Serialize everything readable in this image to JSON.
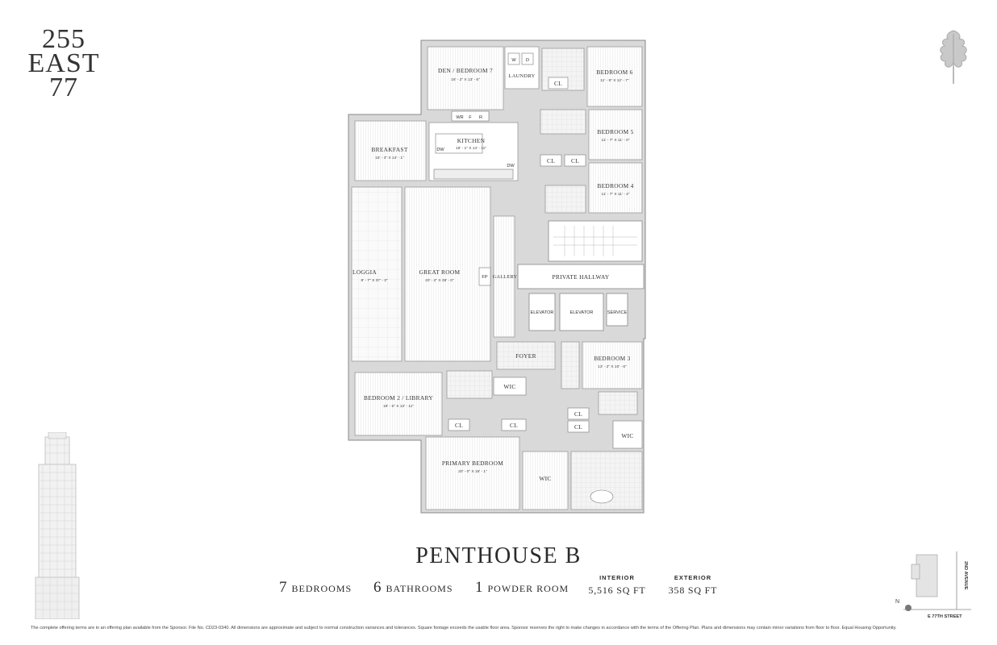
{
  "brand": {
    "line1": "255",
    "line2": "EAST",
    "line3": "77"
  },
  "unit": {
    "name": "PENTHOUSE B"
  },
  "stats": {
    "bedrooms_num": "7",
    "bedrooms_label": "BEDROOMS",
    "bathrooms_num": "6",
    "bathrooms_label": "BATHROOMS",
    "powder_num": "1",
    "powder_label": "POWDER ROOM",
    "interior_caption": "INTERIOR",
    "interior_value": "5,516 SQ FT",
    "exterior_caption": "EXTERIOR",
    "exterior_value": "358 SQ FT"
  },
  "rooms": {
    "den_name": "DEN / BEDROOM 7",
    "den_dim": "16' - 2\" X 13' - 6\"",
    "laundry": "LAUNDRY",
    "washer": "W",
    "dryer": "D",
    "bed6_name": "BEDROOM 6",
    "bed6_dim": "11' - 9\" X 12' - 7\"",
    "bed5_name": "BEDROOM 5",
    "bed5_dim": "11' - 7\" X 11' - 0\"",
    "bed4_name": "BEDROOM 4",
    "bed4_dim": "11' - 7\" X 11' - 4\"",
    "bed3_name": "BEDROOM 3",
    "bed3_dim": "13' - 2\" X 10' - 6\"",
    "kitchen_name": "KITCHEN",
    "kitchen_dim": "19' - 1\" X 14' - 11\"",
    "breakfast_name": "BREAKFAST",
    "breakfast_dim": "15' - 3\" X 14' - 1\"",
    "loggia_name": "LOGGIA",
    "loggia_dim": "8' - 7\" X 37' - 3\"",
    "great_name": "GREAT ROOM",
    "great_dim": "20' - 2\" X 39' - 0\"",
    "gallery": "GALLERY",
    "fp": "FP",
    "hall": "PRIVATE HALLWAY",
    "elev1": "ELEVATOR",
    "elev2": "ELEVATOR",
    "service": "SERVICE",
    "foyer": "FOYER",
    "lib_name": "BEDROOM 2 / LIBRARY",
    "lib_dim": "19' - 5\" X 13' - 11\"",
    "primary_name": "PRIMARY BEDROOM",
    "primary_dim": "20' - 0\" X 16' - 1\"",
    "wic": "WIC",
    "cl": "CL",
    "dw": "DW",
    "wr": "WR",
    "f": "F",
    "r": "R"
  },
  "site": {
    "street": "E 77TH STREET",
    "avenue": "2ND AVENUE",
    "north": "N"
  },
  "disclaimer": "The complete offering terms are in an offering plan available from the Sponsor. File No. CD23-0340. All dimensions are approximate and subject to normal construction variances and tolerances. Square footage exceeds the usable floor area. Sponsor reserves the right to make changes in accordance with the terms of the Offering Plan. Plans and dimensions may contain minor variations from floor to floor. Equal Housing Opportunity."
}
